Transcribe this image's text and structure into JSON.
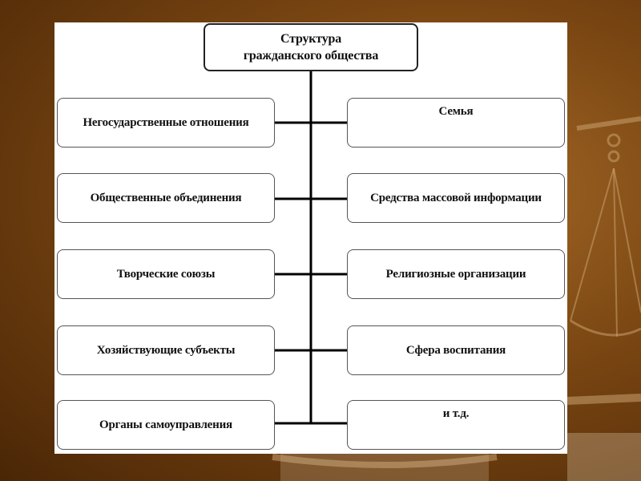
{
  "diagram": {
    "title_line1": "Структура",
    "title_line2": "гражданского общества",
    "left_nodes": [
      "Негосударственные отношения",
      "Общественные объединения",
      "Творческие союзы",
      "Хозяйствующие субъекты",
      "Органы самоуправления"
    ],
    "right_nodes": [
      "Семья",
      "Средства массовой информации",
      "Религиозные организации",
      "Сфера воспитания",
      "и т.д."
    ]
  },
  "colors": {
    "background": "#7a4612",
    "slide": "#ffffff",
    "line": "#000000",
    "border": "#555555"
  }
}
